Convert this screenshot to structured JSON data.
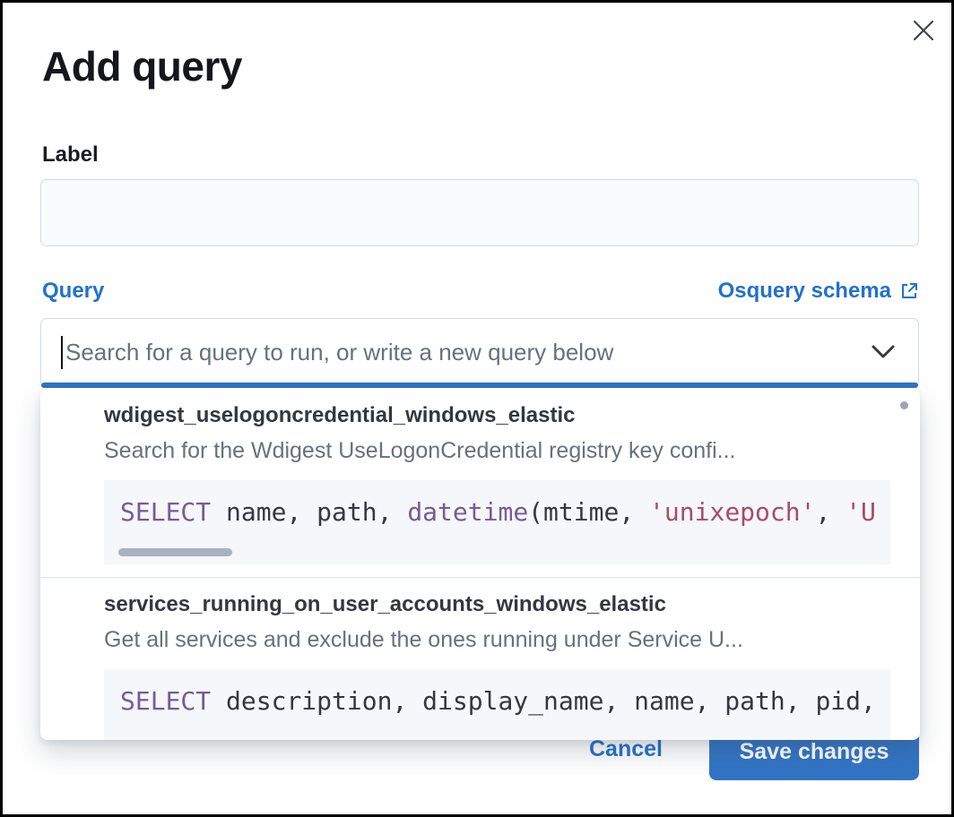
{
  "modal": {
    "title": "Add query"
  },
  "form": {
    "label_field": {
      "label": "Label",
      "value": "",
      "placeholder": ""
    },
    "query_field": {
      "label": "Query",
      "schema_link_label": "Osquery schema",
      "placeholder": "Search for a query to run, or write a new query below",
      "value": ""
    }
  },
  "dropdown": {
    "options": [
      {
        "id": "wdigest_uselogoncredential_windows_elastic",
        "description": "Search for the Wdigest UseLogonCredential registry key confi...",
        "code": [
          {
            "t": "SELECT",
            "c": "keyword"
          },
          {
            "t": " name, path, ",
            "c": "plain"
          },
          {
            "t": "datetime",
            "c": "keyword"
          },
          {
            "t": "(mtime, ",
            "c": "plain"
          },
          {
            "t": "'unixepoch'",
            "c": "string"
          },
          {
            "t": ", ",
            "c": "plain"
          },
          {
            "t": "'U",
            "c": "string"
          }
        ]
      },
      {
        "id": "services_running_on_user_accounts_windows_elastic",
        "description": "Get all services and exclude the ones running under Service U...",
        "code": [
          {
            "t": "SELECT",
            "c": "keyword"
          },
          {
            "t": " description, display_name, name, path, pid,",
            "c": "plain"
          }
        ]
      }
    ]
  },
  "footer": {
    "cancel_label": "Cancel",
    "save_label": "Save changes"
  },
  "icons": {
    "close": "close-icon",
    "external_link": "external-link-icon",
    "chevron_down": "chevron-down-icon"
  },
  "colors": {
    "link_blue": "#2271cb",
    "focus_bar_blue": "#2e74c7",
    "save_button_blue": "#3274c4",
    "code_keyword_purple": "#765b96",
    "code_string_red": "#ab4b64",
    "code_background": "#f5f7fa",
    "muted_text": "#69707d",
    "title_text": "#343741",
    "border_gray": "#d3dae6"
  }
}
